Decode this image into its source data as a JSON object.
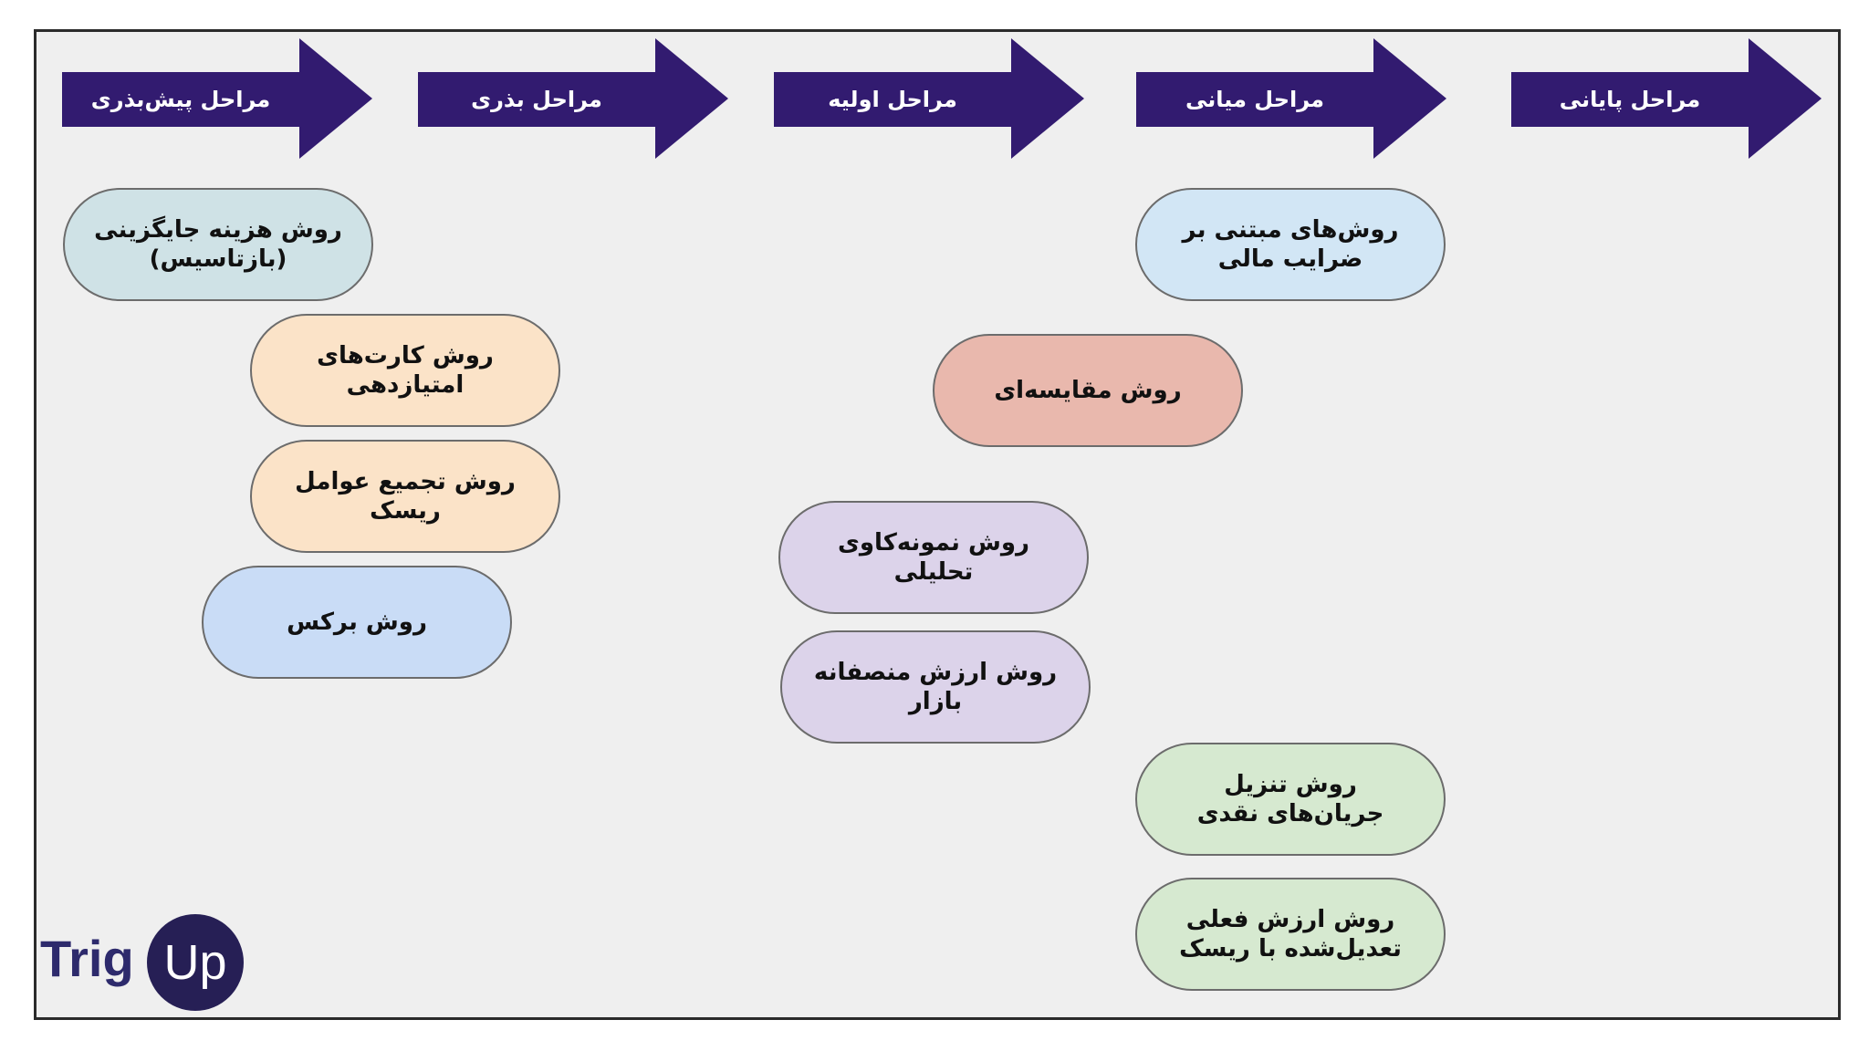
{
  "stages": [
    {
      "label": "مراحل پیش‌بذری",
      "color": "#321b70"
    },
    {
      "label": "مراحل بذری",
      "color": "#321b70"
    },
    {
      "label": "مراحل اولیه",
      "color": "#321b70"
    },
    {
      "label": "مراحل میانی",
      "color": "#321b70"
    },
    {
      "label": "مراحل پایانی",
      "color": "#321b70"
    }
  ],
  "methods": [
    {
      "text": "روش هزینه جایگزینی\n(بازتاسیس)",
      "fill": "#cfe2e6"
    },
    {
      "text": "روش کارت‌های\nامتیازدهی",
      "fill": "#fbe3c8"
    },
    {
      "text": "روش تجمیع عوامل\nریسک",
      "fill": "#fbe3c8"
    },
    {
      "text": "روش برکس",
      "fill": "#c9dcf6"
    },
    {
      "text": "روش‌های مبتنی بر\nضرایب مالی",
      "fill": "#d2e6f5"
    },
    {
      "text": "روش مقایسه‌ای",
      "fill": "#e9b8ad"
    },
    {
      "text": "روش نمونه‌کاوی\nتحلیلی",
      "fill": "#dcd3ea"
    },
    {
      "text": "روش ارزش منصفانه\nبازار",
      "fill": "#dcd3ea"
    },
    {
      "text": "روش تنزیل\nجریان‌های نقدی",
      "fill": "#d6e9d0"
    },
    {
      "text": "روش ارزش فعلی\nتعدیل‌شده با ریسک",
      "fill": "#d6e9d0"
    }
  ],
  "logo": {
    "part1": "Trig",
    "part2": "Up"
  }
}
